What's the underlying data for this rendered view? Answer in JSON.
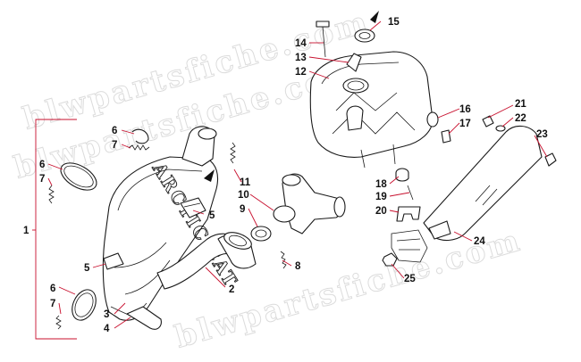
{
  "watermark": "blwpartsfiche.com",
  "brand_text": "ARCTIC CAT",
  "colors": {
    "leader": "#c8102e",
    "line": "#1a1a1a",
    "watermark": "#dcdcdc",
    "background": "#ffffff"
  },
  "labels": {
    "group": "1",
    "pipe": "2",
    "muffler_a": "3",
    "muffler_b": "4",
    "heat_shield_upper": "5",
    "heat_shield_lower": "5",
    "clamp_upper": "6",
    "clamp_left": "6",
    "clamp_bottom": "6",
    "spring_upper": "7",
    "spring_left": "7",
    "spring_bottom": "7",
    "spring_lower": "8",
    "seal": "9",
    "gasket": "10",
    "spring_right": "11",
    "resonator": "12",
    "bolt_top": "13",
    "screw_top": "14",
    "grommet_top": "15",
    "grommet_side": "16",
    "bushing_side": "17",
    "grommet_lower": "18",
    "spring_mount": "19",
    "bracket_mount": "20",
    "screw_shield": "21",
    "washer_shield": "22",
    "nut_shield": "23",
    "bracket_shield": "24",
    "nut_bottom": "25"
  }
}
